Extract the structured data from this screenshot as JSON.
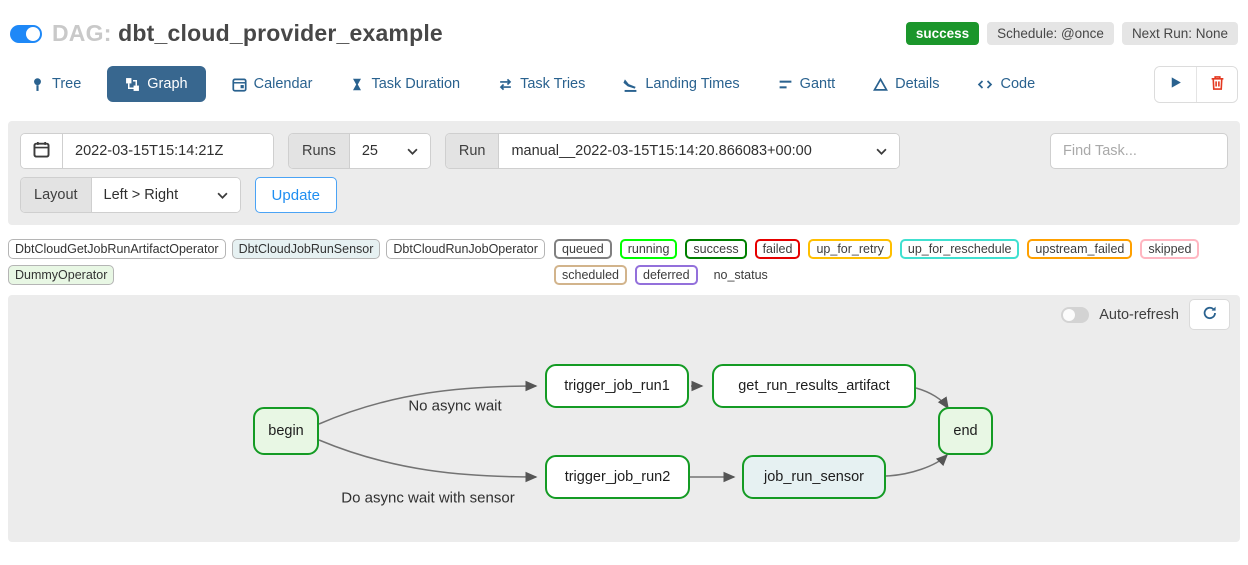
{
  "header": {
    "dag_prefix": "DAG:",
    "dag_name": "dbt_cloud_provider_example",
    "status_badge": "success",
    "schedule_badge": "Schedule: @once",
    "next_run_badge": "Next Run: None"
  },
  "tabs": [
    {
      "label": "Tree"
    },
    {
      "label": "Graph",
      "active": true
    },
    {
      "label": "Calendar"
    },
    {
      "label": "Task Duration"
    },
    {
      "label": "Task Tries"
    },
    {
      "label": "Landing Times"
    },
    {
      "label": "Gantt"
    },
    {
      "label": "Details"
    },
    {
      "label": "Code"
    }
  ],
  "controls": {
    "date_value": "2022-03-15T15:14:21Z",
    "runs_label": "Runs",
    "runs_value": "25",
    "run_label": "Run",
    "run_value": "manual__2022-03-15T15:14:20.866083+00:00",
    "find_task_placeholder": "Find Task...",
    "layout_label": "Layout",
    "layout_value": "Left > Right",
    "update_label": "Update"
  },
  "legend": {
    "operators": [
      {
        "label": "DbtCloudGetJobRunArtifactOperator",
        "bg": "#ffffff"
      },
      {
        "label": "DbtCloudJobRunSensor",
        "bg": "#e6f1f2"
      },
      {
        "label": "DbtCloudRunJobOperator",
        "bg": "#ffffff"
      },
      {
        "label": "DummyOperator",
        "bg": "#e8f7e4"
      }
    ],
    "statuses": [
      {
        "label": "queued",
        "border": "#808080"
      },
      {
        "label": "running",
        "border": "#00ff00"
      },
      {
        "label": "success",
        "border": "#008000"
      },
      {
        "label": "failed",
        "border": "#e60000"
      },
      {
        "label": "up_for_retry",
        "border": "#ffbf00"
      },
      {
        "label": "up_for_reschedule",
        "border": "#40e0d0"
      },
      {
        "label": "upstream_failed",
        "border": "#ffa000"
      },
      {
        "label": "skipped",
        "border": "#ffb6c1"
      },
      {
        "label": "scheduled",
        "border": "#d2b48c"
      },
      {
        "label": "deferred",
        "border": "#9370db"
      },
      {
        "label": "no_status",
        "border": "transparent"
      }
    ]
  },
  "graph": {
    "auto_refresh_label": "Auto-refresh",
    "node_border": "#149b24",
    "edge_color": "#737373",
    "edge_labels": [
      {
        "text": "No async wait"
      },
      {
        "text": "Do async wait with sensor"
      }
    ],
    "nodes": [
      {
        "label": "begin",
        "fill": "#e8f7e4"
      },
      {
        "label": "trigger_job_run1",
        "fill": "#ffffff"
      },
      {
        "label": "get_run_results_artifact",
        "fill": "#ffffff"
      },
      {
        "label": "trigger_job_run2",
        "fill": "#ffffff"
      },
      {
        "label": "job_run_sensor",
        "fill": "#e6f1f2"
      },
      {
        "label": "end",
        "fill": "#e8f7e4"
      }
    ]
  },
  "icons": {
    "dag_toggle": "toggle-on",
    "tree": "pin",
    "graph": "sitemap",
    "calendar": "calendar",
    "task_duration": "hourglass",
    "task_tries": "repeat-arrows",
    "landing_times": "plane-landing",
    "gantt": "bars",
    "details": "triangle",
    "code": "angle-brackets",
    "play": "play-triangle",
    "delete": "trash",
    "refresh": "circular-arrow",
    "chevron": "chevron-down"
  },
  "colors": {
    "accent_blue": "#2a628f",
    "active_tab_bg": "#38678f",
    "success_green": "#1b962b",
    "update_blue": "#1f8ef1",
    "panel_gray": "#ececec",
    "node_border_green": "#149b24",
    "danger_red": "#e43921",
    "toggle_blue": "#1e88f7"
  }
}
